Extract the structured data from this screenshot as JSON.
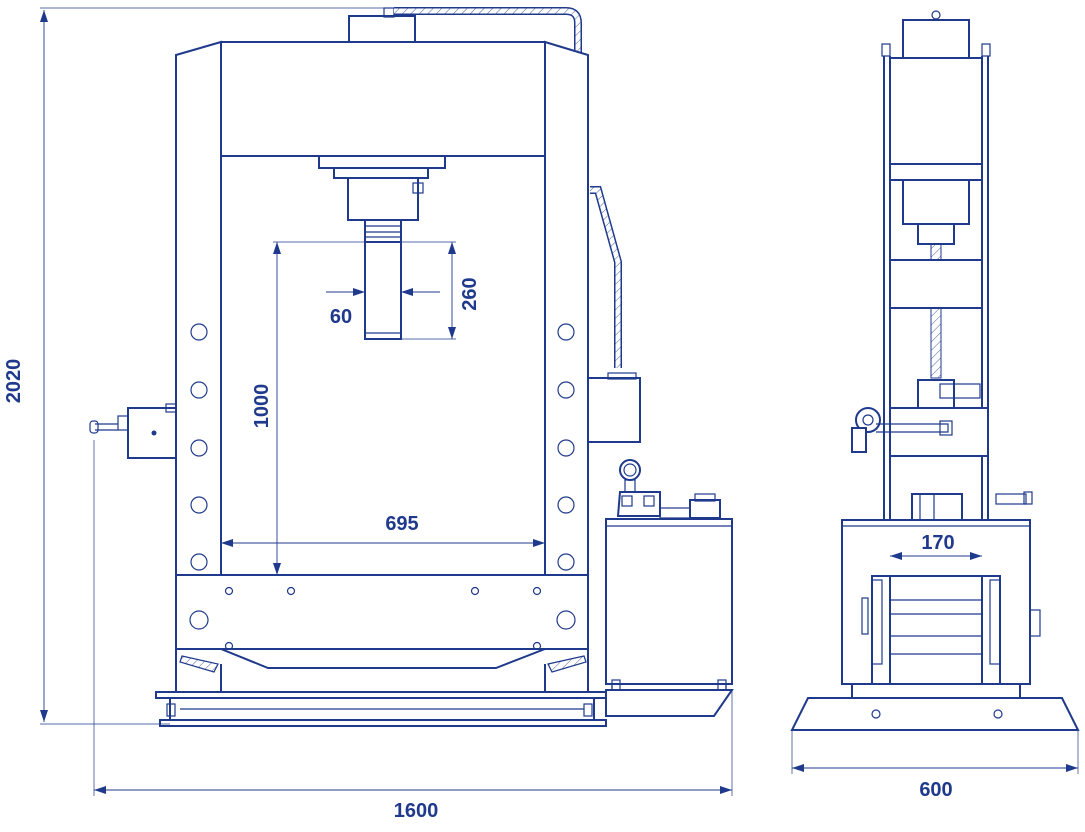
{
  "colors": {
    "line": "#1f3a8c",
    "background": "#ffffff"
  },
  "front_view": {
    "dimensions": {
      "overall_height": "2020",
      "overall_width": "1600",
      "working_height": "1000",
      "working_width": "695",
      "stroke": "260",
      "ram_diameter": "60"
    }
  },
  "side_view": {
    "dimensions": {
      "base_width": "600",
      "ram_slot_width": "170"
    }
  }
}
